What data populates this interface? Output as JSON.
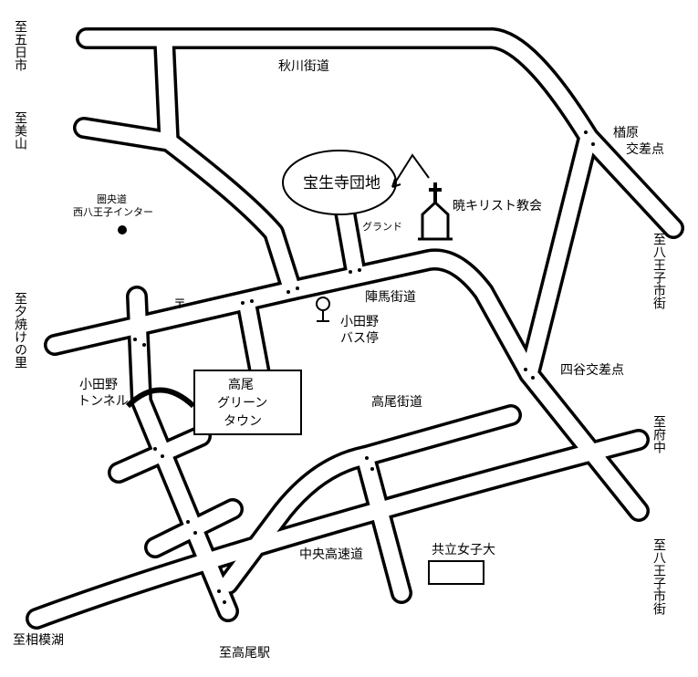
{
  "map": {
    "roads": {
      "akigawa": "秋川街道",
      "jinba": "陣馬街道",
      "takao": "高尾街道",
      "chuo_expressway": "中央高速道"
    },
    "places": {
      "hoshoji": "宝生寺団地",
      "ground": "グランド",
      "church": "暁キリスト教会",
      "bus_stop": [
        "小田野",
        "バス停"
      ],
      "green_town": [
        "高尾",
        "グリーン",
        "タウン"
      ],
      "tunnel": [
        "小田野",
        "トンネル"
      ],
      "interchange": [
        "圏央道",
        "西八王子インター"
      ],
      "kyoritsu": "共立女子大",
      "post_office_mark": "〒"
    },
    "intersections": {
      "narahara": [
        "楢原",
        "交差点"
      ],
      "yotsuya": "四谷交差点"
    },
    "directions": {
      "itsukaichi": "至五日市",
      "miyama": "至美山",
      "yuyake": "至夕焼けの里",
      "hachioji_top": "至八王子市街",
      "fuchu": "至府中",
      "hachioji_bottom": "至八王子市街",
      "sagamiko": "至相模湖",
      "takao_station": "至高尾駅"
    }
  }
}
